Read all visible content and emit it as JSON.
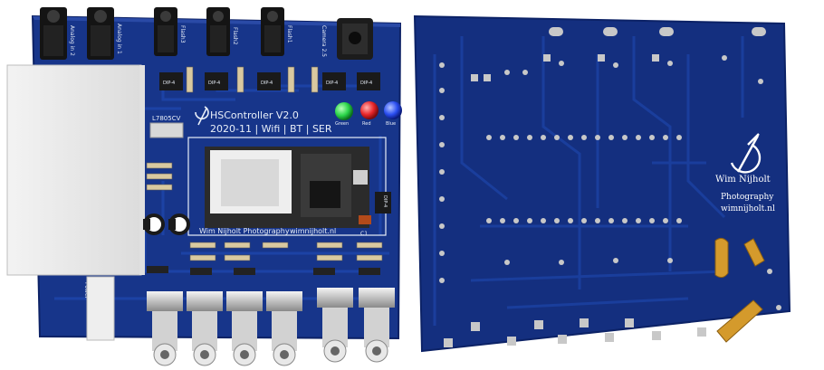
{
  "front_board": {
    "title": "HSController V2.0",
    "subtitle": "2020-11 | Wifi | BT | SER",
    "credit": "Wim Nijholt  Photography",
    "website": "wimnijholt.nl",
    "regulator": "L7805CV",
    "jack_labels": [
      "Analog in 2",
      "Analog in 1",
      "Flash3",
      "Flash2",
      "Flash1",
      "Camera 2.5"
    ],
    "led_labels": [
      "Green",
      "Red",
      "Blue"
    ],
    "chip_labels": [
      "DIP-4",
      "DIP-4",
      "DIP-4",
      "DIP-4",
      "DIP-4"
    ],
    "misc_labels": [
      "C1",
      "DIP-4"
    ],
    "side_label": "Power"
  },
  "back_board": {
    "logo_name": "Wim Nijholt",
    "logo_line1": "Photography",
    "logo_line2": "wimnijholt.nl"
  },
  "colors": {
    "pcb_front": "#17358a",
    "pcb_back": "#142f7f",
    "trace": "#1d44a8",
    "pad": "#c8c8c8",
    "gold": "#d49a2c",
    "led_green": "#2bd64a",
    "led_red": "#e8262a",
    "led_blue": "#2a4ef0"
  }
}
